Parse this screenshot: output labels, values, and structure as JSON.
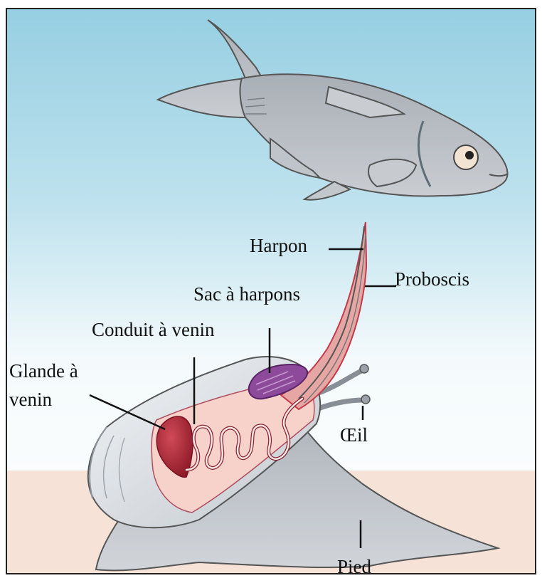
{
  "diagram": {
    "labels": {
      "harpon": "Harpon",
      "proboscis": "Proboscis",
      "sac_harpons": "Sac à harpons",
      "conduit_venin": "Conduit à venin",
      "glande_line1": "Glande à",
      "glande_line2": "venin",
      "oeil": "Œil",
      "pied": "Pied"
    },
    "colors": {
      "water_top": "#9dd3e4",
      "water_bottom": "#ffffff",
      "sand": "#f6e1d6",
      "fish": "#b9bec4",
      "shell": "#dfe3e7",
      "gland": "#b3283a",
      "proboscis": "#e8a8a4",
      "sac": "#8e4a9a"
    }
  }
}
